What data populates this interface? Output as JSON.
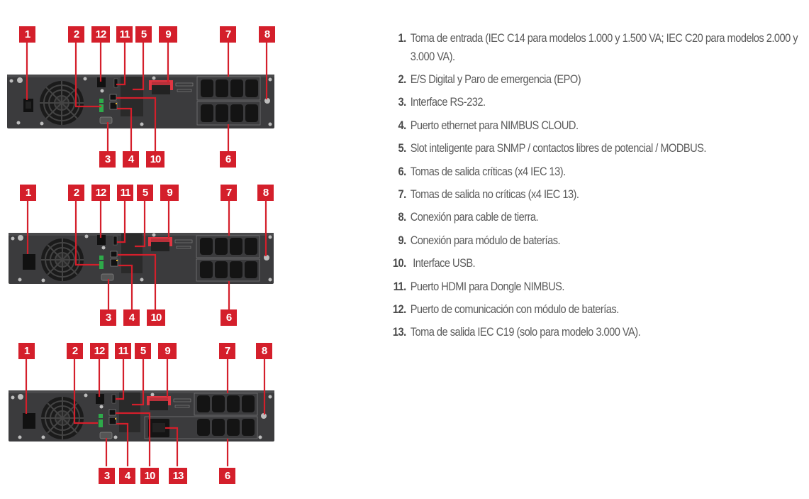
{
  "colors": {
    "label_red": "#d41f2b",
    "panel_dark": "#3a3a3a",
    "text_gray": "#5b5b5b"
  },
  "units": [
    {
      "id": "unit-1000-1500",
      "top_labels": [
        "1",
        "2",
        "12",
        "11",
        "5",
        "9",
        "7",
        "8"
      ],
      "bottom_labels": [
        "3",
        "4",
        "10",
        "6"
      ]
    },
    {
      "id": "unit-2000",
      "top_labels": [
        "1",
        "2",
        "12",
        "11",
        "5",
        "9",
        "7",
        "8"
      ],
      "bottom_labels": [
        "3",
        "4",
        "10",
        "6"
      ]
    },
    {
      "id": "unit-3000",
      "top_labels": [
        "1",
        "2",
        "12",
        "11",
        "5",
        "9",
        "7",
        "8"
      ],
      "bottom_labels": [
        "3",
        "4",
        "10",
        "13",
        "6"
      ]
    }
  ],
  "legend": [
    {
      "num": "1.",
      "text": "Toma de entrada (IEC C14 para modelos 1.000 y 1.500 VA; IEC C20 para modelos 2.000 y 3.000 VA)."
    },
    {
      "num": "2.",
      "text": "E/S Digital y Paro de emergencia (EPO)"
    },
    {
      "num": "3.",
      "text": "Interface RS-232."
    },
    {
      "num": "4.",
      "text": "Puerto ethernet para NIMBUS CLOUD."
    },
    {
      "num": "5.",
      "text": "Slot inteligente para SNMP / contactos libres de potencial / MODBUS."
    },
    {
      "num": "6.",
      "text": "Tomas de salida críticas (x4 IEC 13)."
    },
    {
      "num": "7.",
      "text": "Tomas de salida no críticas (x4 IEC 13)."
    },
    {
      "num": "8.",
      "text": "Conexión para cable de tierra."
    },
    {
      "num": "9.",
      "text": "Conexión para módulo de baterías."
    },
    {
      "num": "10.",
      "text": " Interface USB."
    },
    {
      "num": "11.",
      "text": "Puerto HDMI para Dongle NIMBUS."
    },
    {
      "num": "12.",
      "text": "Puerto de comunicación con módulo de baterías."
    },
    {
      "num": "13.",
      "text": "Toma de salida IEC C19 (solo para modelo 3.000 VA)."
    }
  ]
}
